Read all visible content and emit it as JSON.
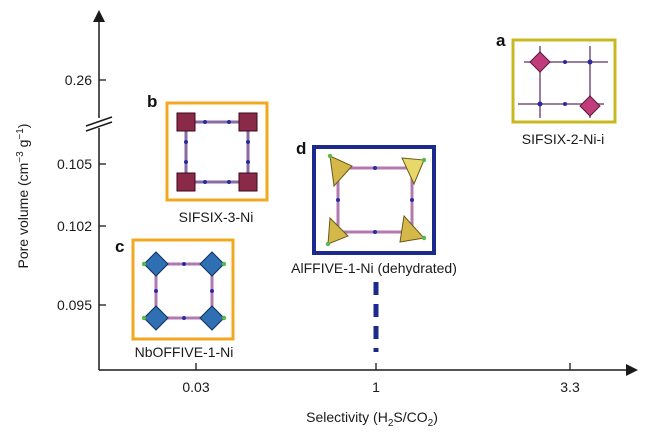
{
  "chart_data": {
    "type": "scatter",
    "title": "",
    "xlabel": "Selectivity (H",
    "xlabel_sub1": "2",
    "xlabel_mid": "S/CO",
    "xlabel_sub2": "2",
    "xlabel_end": ")",
    "ylabel": "Pore volume (cm",
    "ylabel_sup1": "−3",
    "ylabel_mid": " g",
    "ylabel_sup2": "−1",
    "ylabel_end": ")",
    "x_ticks": [
      "0.03",
      "1",
      "3.3"
    ],
    "y_ticks": [
      "0.26",
      "0.105",
      "0.102",
      "0.095"
    ],
    "y_axis_break": true,
    "grid": false,
    "materials": [
      {
        "panel": "a",
        "label": "SIFSIX-2-Ni-i",
        "x": 3.3,
        "y": 0.26,
        "color": "#c8b820",
        "node_color": "#c03c7a"
      },
      {
        "panel": "b",
        "label": "SIFSIX-3-Ni",
        "x": 0.008,
        "y": 0.105,
        "color": "#f2a91f",
        "node_color": "#8a2a48"
      },
      {
        "panel": "c",
        "label": "NbOFFIVE-1-Ni",
        "x": 0.003,
        "y": 0.095,
        "color": "#f2a91f",
        "node_color": "#2f6fb3"
      },
      {
        "panel": "d",
        "label": "AlFFIVE-1-Ni (dehydrated)",
        "x": 1,
        "y": 0.1015,
        "color": "#1b2a8c",
        "node_color": "#d4b84a"
      }
    ],
    "markers": [
      {
        "style": "dashed-line",
        "x": 1,
        "y_range": [
          0.092,
          0.096
        ],
        "color": "#1b2a8c"
      }
    ]
  }
}
